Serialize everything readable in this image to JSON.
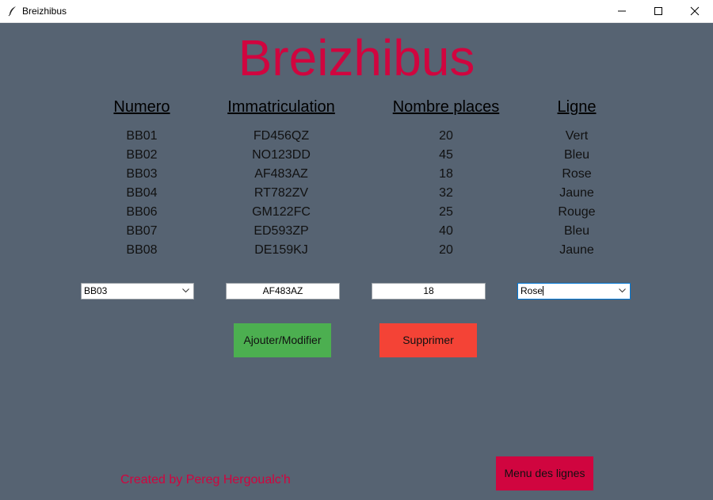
{
  "window": {
    "title": "Breizhibus"
  },
  "app": {
    "title": "Breizhibus",
    "credits": "Created by Pereg Hergoualc'h"
  },
  "table": {
    "headers": [
      "Numero",
      "Immatriculation",
      "Nombre places",
      "Ligne"
    ],
    "numero": [
      "BB01",
      "BB02",
      "BB03",
      "BB04",
      "BB06",
      "BB07",
      "BB08"
    ],
    "immatriculation": [
      "FD456QZ",
      "NO123DD",
      "AF483AZ",
      "RT782ZV",
      "GM122FC",
      "ED593ZP",
      "DE159KJ"
    ],
    "places": [
      "20",
      "45",
      "18",
      "32",
      "25",
      "40",
      "20"
    ],
    "ligne": [
      "Vert",
      "Bleu",
      "Rose",
      "Jaune",
      "Rouge",
      "Bleu",
      "Jaune"
    ]
  },
  "form": {
    "numero_value": "BB03",
    "immatriculation_value": "AF483AZ",
    "places_value": "18",
    "ligne_value": "Rose"
  },
  "buttons": {
    "add_label": "Ajouter/Modifier",
    "delete_label": "Supprimer",
    "menu_label": "Menu des lignes"
  },
  "colors": {
    "background": "#566372",
    "accent": "#d0053f",
    "add": "#4caf50",
    "delete": "#f44336"
  },
  "icons": {
    "app": "feather-icon",
    "minimize": "minimize-icon",
    "maximize": "maximize-icon",
    "close": "close-icon",
    "dropdown": "chevron-down-icon"
  }
}
